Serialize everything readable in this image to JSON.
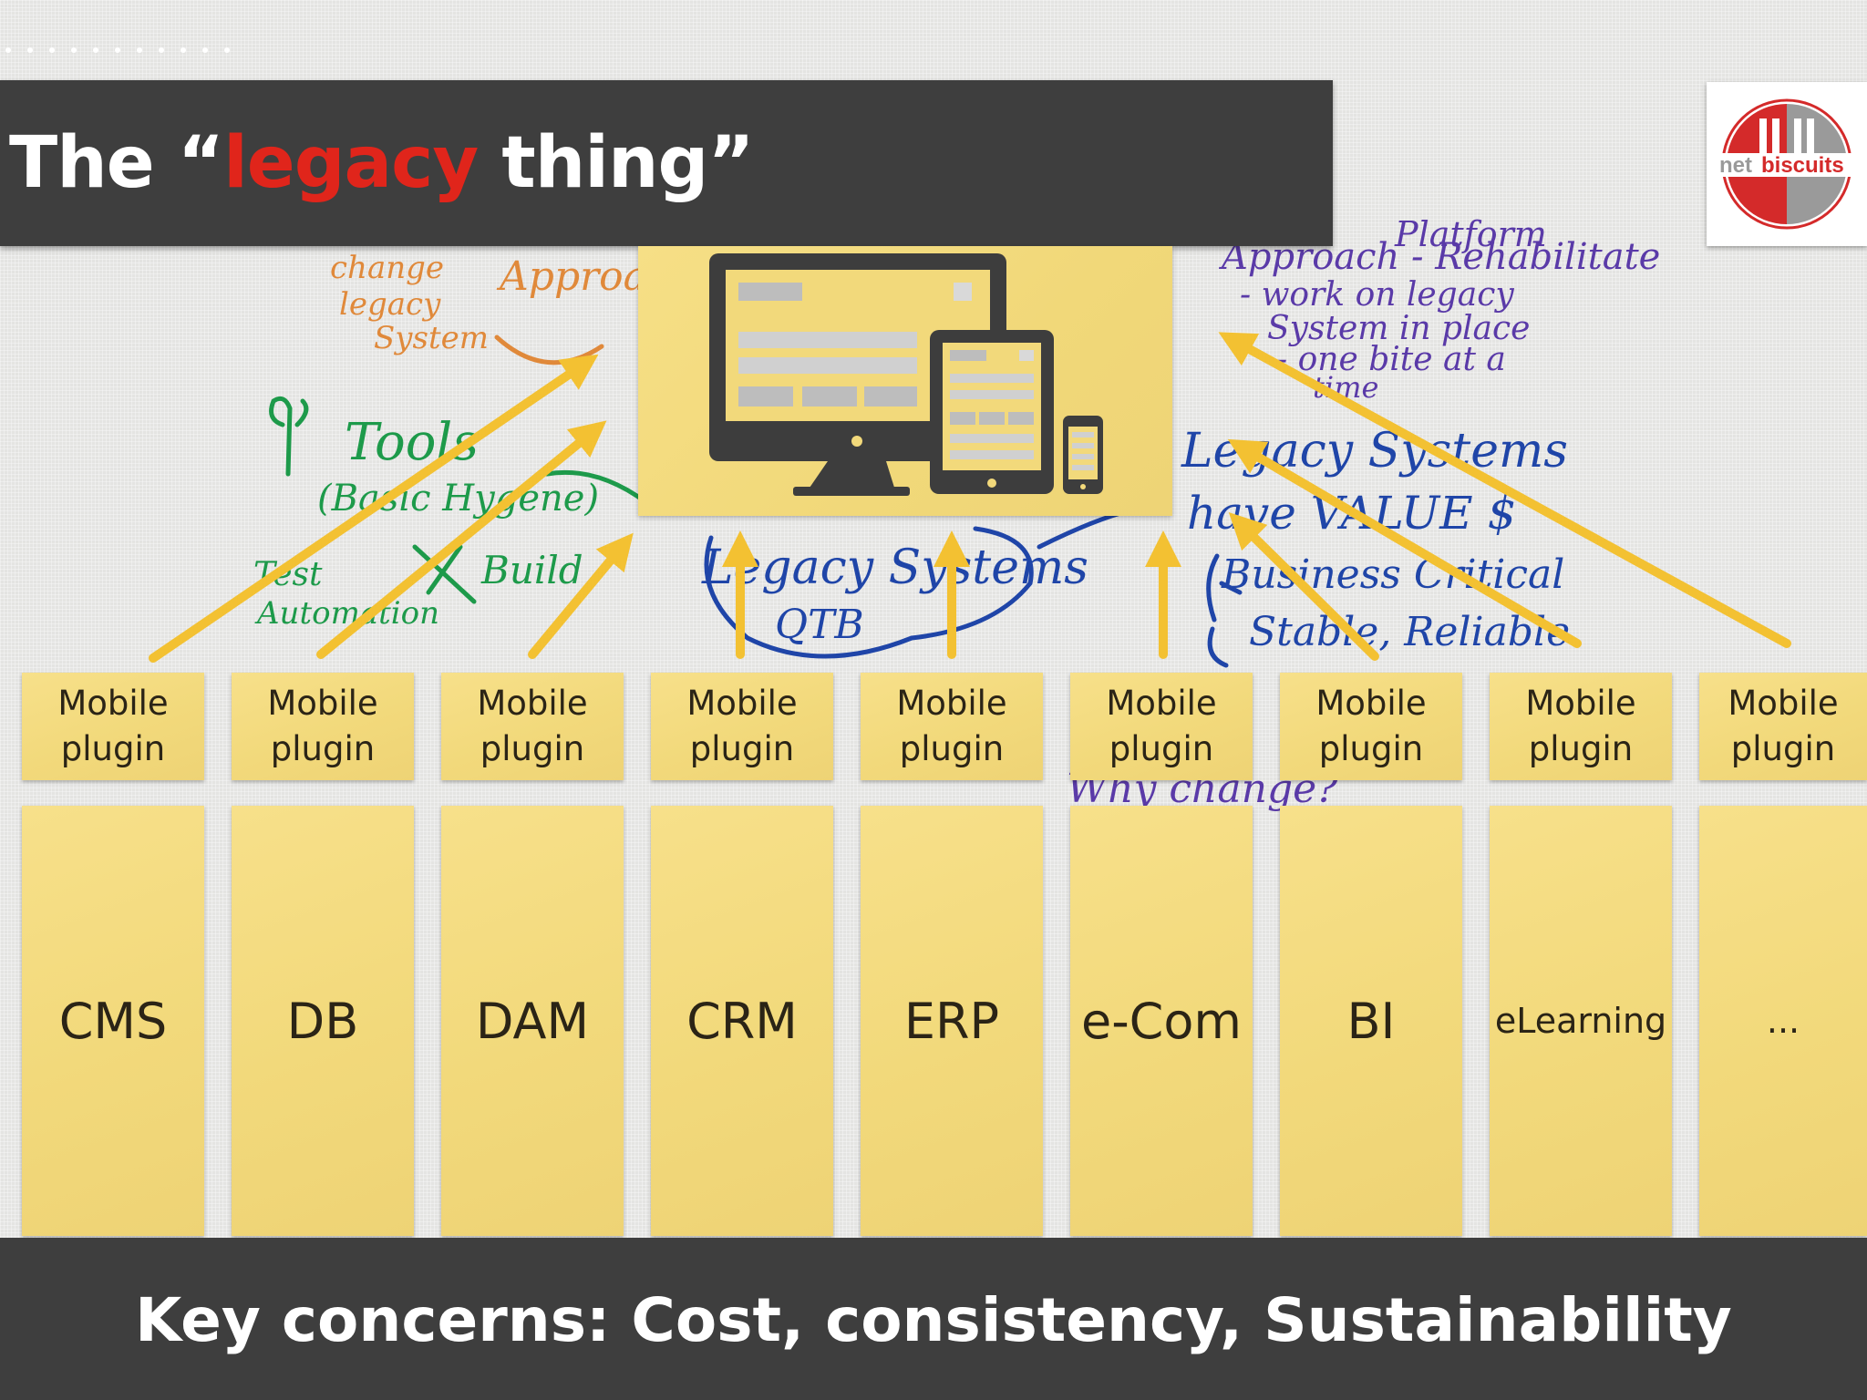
{
  "slide": {
    "title_prefix": "The “",
    "title_highlight": "legacy",
    "title_suffix": " thing”",
    "footer": "Key concerns: Cost, consistency, Sustainability"
  },
  "logo": {
    "text_net": "net",
    "text_biscuits": "biscuits",
    "accent": "#d42a2a"
  },
  "plugins": [
    {
      "line1": "Mobile",
      "line2": "plugin"
    },
    {
      "line1": "Mobile",
      "line2": "plugin"
    },
    {
      "line1": "Mobile",
      "line2": "plugin"
    },
    {
      "line1": "Mobile",
      "line2": "plugin"
    },
    {
      "line1": "Mobile",
      "line2": "plugin"
    },
    {
      "line1": "Mobile",
      "line2": "plugin"
    },
    {
      "line1": "Mobile",
      "line2": "plugin"
    },
    {
      "line1": "Mobile",
      "line2": "plugin"
    },
    {
      "line1": "Mobile",
      "line2": "plugin"
    }
  ],
  "systems": [
    "CMS",
    "DB",
    "DAM",
    "CRM",
    "ERP",
    "e-Com",
    "BI",
    "eLearning",
    "..."
  ],
  "whiteboard": {
    "left_text": [
      "change",
      "legacy",
      "System",
      "Approach",
      "Tools",
      "(Basic Hygene)",
      "Test",
      "Automation",
      "Build"
    ],
    "center_text": [
      "Legacy Systems",
      "QTB"
    ],
    "right_text": [
      "Approach - Rehabilitate",
      "Platform",
      "- work on legacy",
      "System in place",
      "- one bite at a",
      "time",
      "Legacy Systems",
      "have VALUE $",
      "Business Critical",
      "Stable, Reliable",
      "Why change?"
    ]
  },
  "colors": {
    "note": "#f2d97b",
    "bar": "#3e3e3e",
    "arrow": "#f3c132",
    "highlight": "#e0251b",
    "device": "#3d3d3d"
  }
}
